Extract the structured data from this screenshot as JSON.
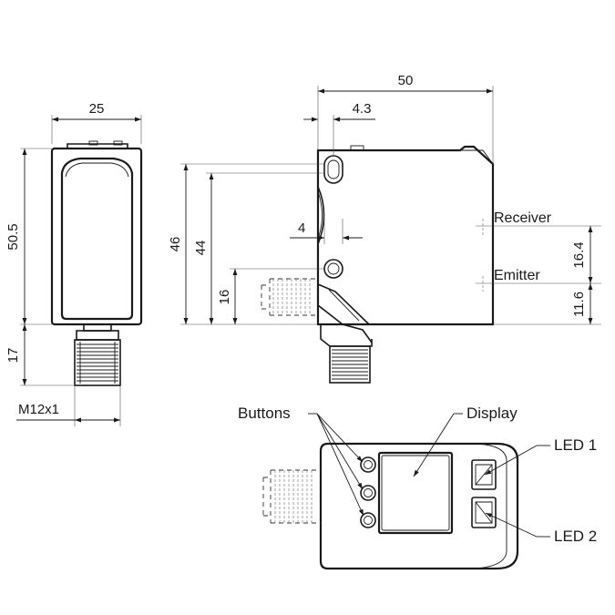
{
  "dimensions": {
    "front_width": "25",
    "front_height": "50.5",
    "connector_length": "17",
    "thread": "M12x1",
    "side_width": "50",
    "side_offset": "4.3",
    "side_height_outer": "46",
    "side_height_inner": "44",
    "connector_height": "16",
    "hole_offset": "4",
    "receiver_emitter_gap": "16.4",
    "emitter_height": "11.6"
  },
  "labels": {
    "receiver": "Receiver",
    "emitter": "Emitter",
    "buttons": "Buttons",
    "display": "Display",
    "led1": "LED 1",
    "led2": "LED 2"
  }
}
